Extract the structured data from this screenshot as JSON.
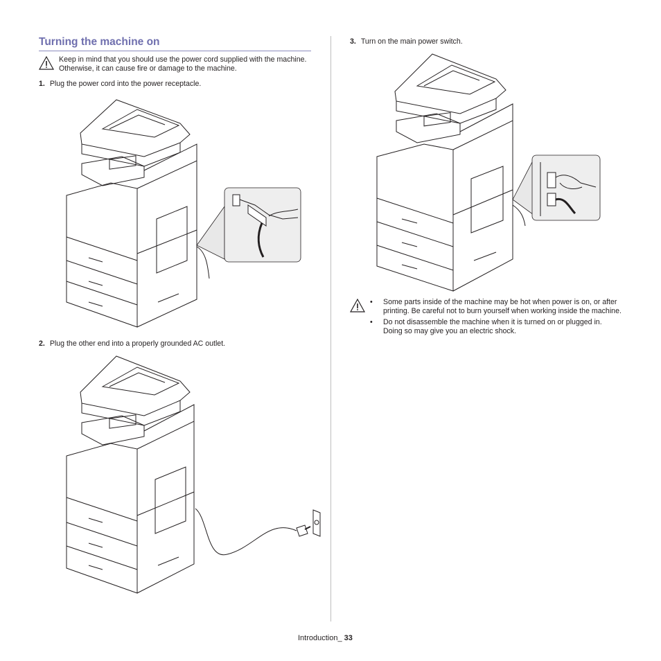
{
  "section": {
    "title": "Turning the machine on"
  },
  "caution_top": {
    "icon": "caution-icon",
    "text": "Keep in mind that you should use the power cord supplied with the machine. Otherwise, it can cause fire or damage to the machine."
  },
  "steps": [
    {
      "number": "1.",
      "text": "Plug the power cord into the power receptacle."
    },
    {
      "number": "2.",
      "text": "Plug the other end into a properly grounded AC outlet."
    },
    {
      "number": "3.",
      "text": "Turn on the main power switch."
    }
  ],
  "caution_bottom": {
    "icon": "caution-icon",
    "bullets": [
      "Some parts inside of the machine may be hot when power is on, or after printing. Be careful not to burn yourself when working inside the machine.",
      "Do not disassemble the machine when it is turned on or plugged in. Doing so may give you an electric shock."
    ]
  },
  "footer": {
    "label": "Introduction_",
    "page_number": "33"
  },
  "colors": {
    "heading": "#6f6fae",
    "text": "#231f20",
    "line_art": "#231f20"
  }
}
